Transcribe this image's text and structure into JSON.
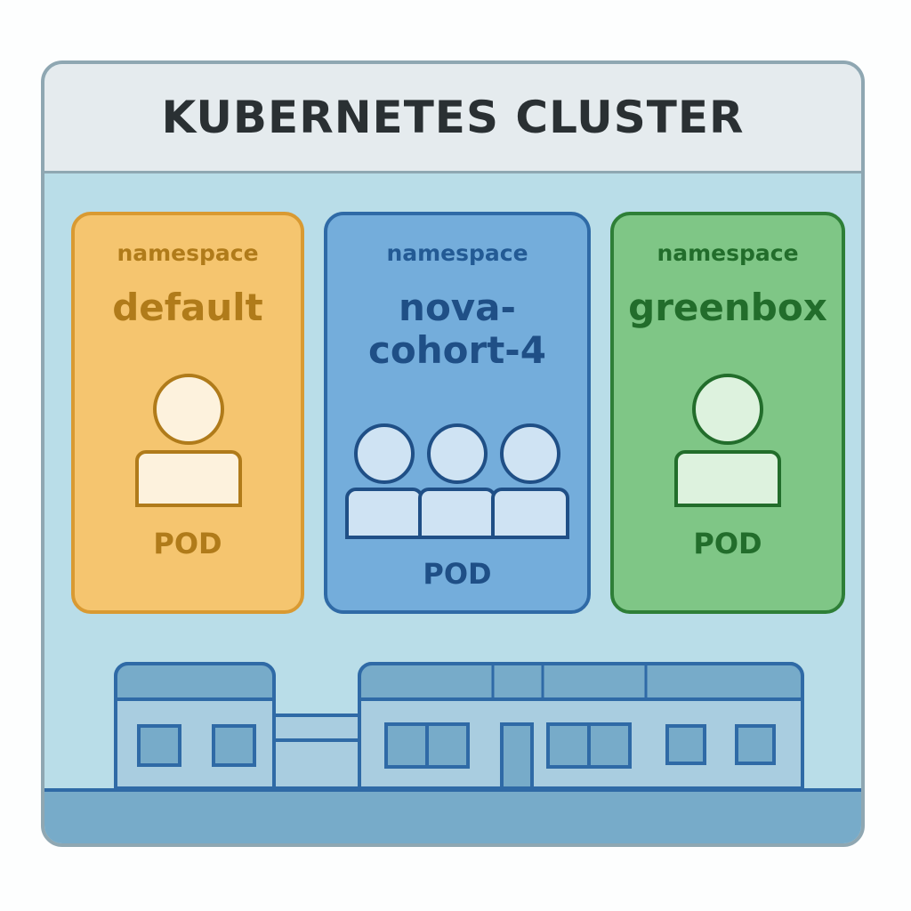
{
  "cluster": {
    "title": "KUBERNETES CLUSTER"
  },
  "namespaces": [
    {
      "label": "namespace",
      "name": "default",
      "pod_label": "POD",
      "pod_count": 1,
      "color": "#f5c56f"
    },
    {
      "label": "namespace",
      "name": "nova-cohort-4",
      "name_line1": "nova-",
      "name_line2": "cohort-4",
      "pod_label": "POD",
      "pod_count": 3,
      "color": "#74addb"
    },
    {
      "label": "namespace",
      "name": "greenbox",
      "pod_label": "POD",
      "pod_count": 1,
      "color": "#7fc686"
    }
  ],
  "icons": {
    "pod": "person-icon",
    "infrastructure": "building-icon"
  }
}
